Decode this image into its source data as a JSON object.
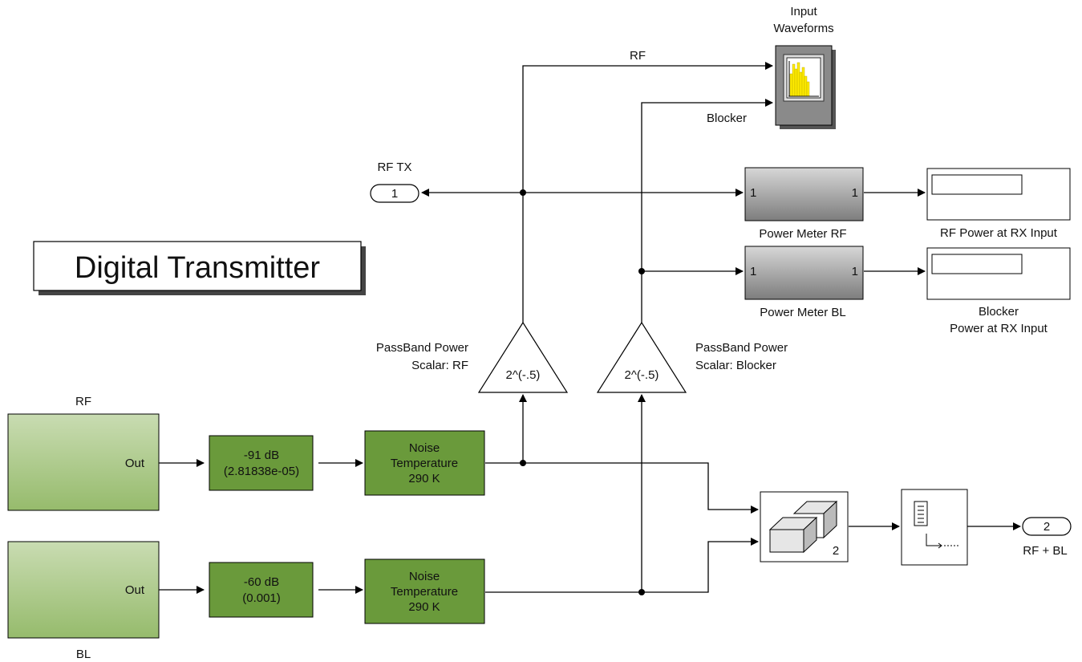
{
  "diagram": {
    "title": "Digital Transmitter",
    "sources": {
      "rf": {
        "name": "RF",
        "port": "Out"
      },
      "bl": {
        "name": "BL",
        "port": "Out"
      }
    },
    "gains": {
      "rf": {
        "line1": "-91 dB",
        "line2": "(2.81838e-05)"
      },
      "bl": {
        "line1": "-60 dB",
        "line2": "(0.001)"
      }
    },
    "noise": {
      "rf": {
        "line1": "Noise",
        "line2": "Temperature",
        "line3": "290 K"
      },
      "bl": {
        "line1": "Noise",
        "line2": "Temperature",
        "line3": "290 K"
      }
    },
    "scalars": {
      "rf": {
        "value": "2^(-.5)",
        "label1": "PassBand Power",
        "label2": "Scalar: RF"
      },
      "bl": {
        "value": "2^(-.5)",
        "label1": "PassBand Power",
        "label2": "Scalar: Blocker"
      }
    },
    "scope": {
      "label1": "Input",
      "label2": "Waveforms"
    },
    "signals": {
      "rf": "RF",
      "blocker": "Blocker"
    },
    "outport1": {
      "number": "1",
      "name": "RF TX"
    },
    "outport2": {
      "number": "2",
      "name": "RF + BL"
    },
    "power_meters": {
      "rf": {
        "name": "Power Meter RF",
        "in": "1",
        "out": "1"
      },
      "bl": {
        "name": "Power Meter BL",
        "in": "1",
        "out": "1"
      }
    },
    "displays": {
      "rf": {
        "label": "RF Power at RX Input"
      },
      "bl": {
        "label1": "Blocker",
        "label2": "Power at RX Input"
      }
    },
    "concat": {
      "dim": "2"
    },
    "colors": {
      "green": "#6a9a3b",
      "light_green": "#b5cc95",
      "meter_gray": "#8f8f8f",
      "scope_yellow": "#ffeb00"
    }
  }
}
